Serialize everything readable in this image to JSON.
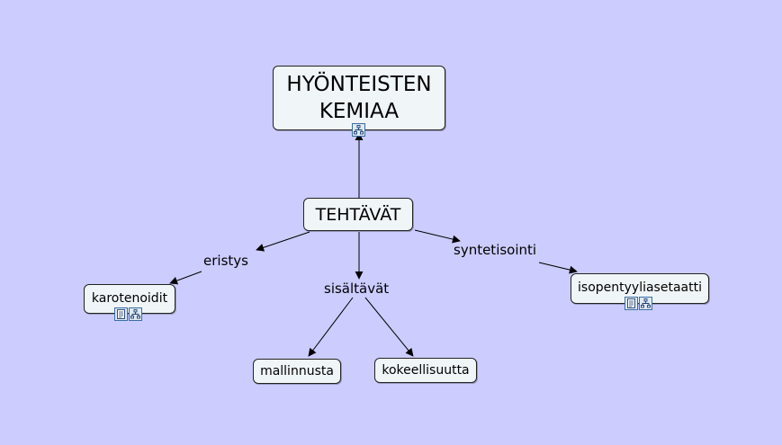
{
  "map": {
    "root": "HYÖNTEISTEN KEMIAA",
    "center": "TEHTÄVÄT",
    "nodes": {
      "karotenoidit": "karotenoidit",
      "mallinnusta": "mallinnusta",
      "kokeellisuutta": "kokeellisuutta",
      "isopentyyliasetaatti": "isopentyyliasetaatti"
    },
    "links": {
      "eristys": "eristys",
      "sisaltavat": "sisältävät",
      "syntetisointi": "syntetisointi"
    }
  },
  "icons": {
    "root": [
      "concept-map-icon"
    ],
    "karotenoidit": [
      "document-icon",
      "concept-map-icon"
    ],
    "isopentyyliasetaatti": [
      "document-icon",
      "concept-map-icon"
    ]
  },
  "colors": {
    "background": "#ccccff",
    "node_fill": "#f0f6f8",
    "icon_border": "#3a6ea5"
  }
}
